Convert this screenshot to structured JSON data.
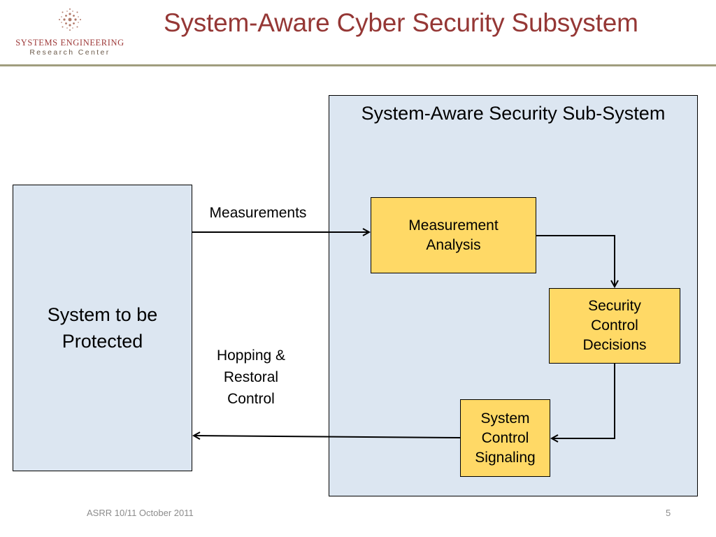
{
  "header": {
    "title": "System-Aware Cyber Security Subsystem",
    "logo": {
      "line1": "SYSTEMS ENGINEERING",
      "line2": "Research Center",
      "icon": "starburst-dots-icon"
    }
  },
  "diagram": {
    "subsystem_title": "System-Aware Security Sub-System",
    "system_label": "System to be Protected",
    "nodes": {
      "measurement_analysis": "Measurement Analysis",
      "security_control_decisions": "Security Control Decisions",
      "system_control_signaling": "System Control Signaling"
    },
    "edge_labels": {
      "measurements": "Measurements",
      "hopping_restoral": "Hopping & Restoral Control"
    }
  },
  "footer": {
    "left": "ASRR 10/11 October 2011",
    "page": "5"
  },
  "colors": {
    "title": "#953735",
    "box_fill": "#dce6f1",
    "node_fill": "#ffd966",
    "rule": "#a09d7e"
  }
}
